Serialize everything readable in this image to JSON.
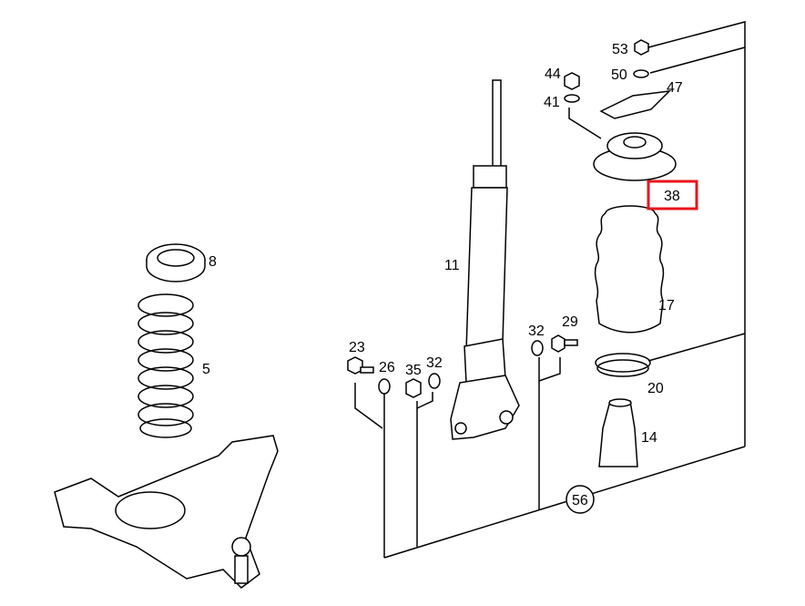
{
  "diagram": {
    "labels": {
      "p53": "53",
      "p50": "50",
      "p47": "47",
      "p44": "44",
      "p41": "41",
      "p38": "38",
      "p11": "11",
      "p8": "8",
      "p17": "17",
      "p5": "5",
      "p23": "23",
      "p26": "26",
      "p35": "35",
      "p32a": "32",
      "p32b": "32",
      "p29": "29",
      "p20": "20",
      "p14": "14",
      "p56": "56"
    },
    "highlight_color": "#e8141c"
  }
}
